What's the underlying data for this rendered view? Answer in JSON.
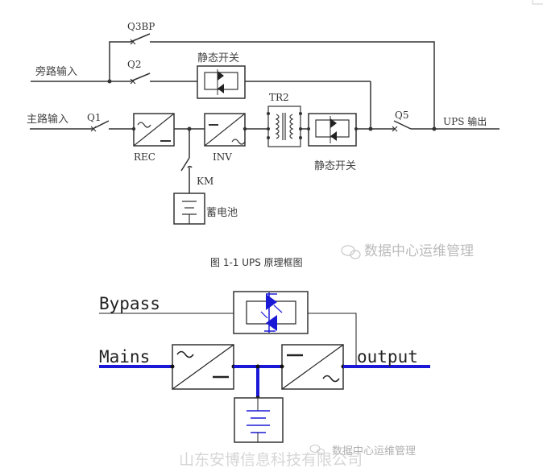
{
  "figure1": {
    "labels": {
      "q3bp": "Q3BP",
      "q2": "Q2",
      "q1": "Q1",
      "q5": "Q5",
      "km": "KM",
      "tr2": "TR2",
      "rec": "REC",
      "inv": "INV",
      "bypass_input": "旁路输入",
      "main_input": "主路输入",
      "static_switch_top": "静态开关",
      "static_switch_bottom": "静态开关",
      "battery": "蓄电池",
      "ups_output": "UPS 输出"
    },
    "caption": "图 1-1   UPS 原理框图",
    "watermark": "数据中心运维管理"
  },
  "figure2": {
    "labels": {
      "bypass": "Bypass",
      "mains": "Mains",
      "output": "output"
    },
    "colors": {
      "power_path": "#1a1ad6",
      "wire": "#333333"
    },
    "watermark": "数据中心运维管理",
    "company_watermark": "山东安博信息科技有限公司"
  }
}
